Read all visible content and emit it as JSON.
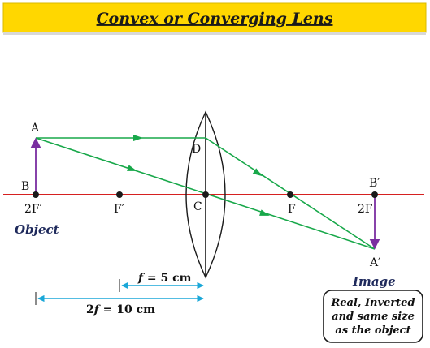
{
  "title": "Convex or Converging Lens",
  "colors": {
    "title_bg": "#ffd700",
    "axis": "#d62020",
    "ray": "#18a84a",
    "arrow": "#7a2ea0",
    "dimension": "#1aa7d8",
    "lens": "#1a1a1a"
  },
  "labels": {
    "A": "A",
    "B": "B",
    "D": "D",
    "C": "C",
    "F": "F",
    "F_prime": "F′",
    "two_F_prime": "2F′",
    "two_F": "2F",
    "B_prime": "B′",
    "A_prime": "A′",
    "object": "Object",
    "image": "Image"
  },
  "dimensions": {
    "focal": {
      "var": "f",
      "text": " = 5 cm"
    },
    "double_focal": {
      "prefix": "2",
      "var": "f",
      "text": " = 10 cm"
    }
  },
  "note": {
    "line1": "Real, Inverted",
    "line2": "and same size",
    "line3": "as the object"
  }
}
